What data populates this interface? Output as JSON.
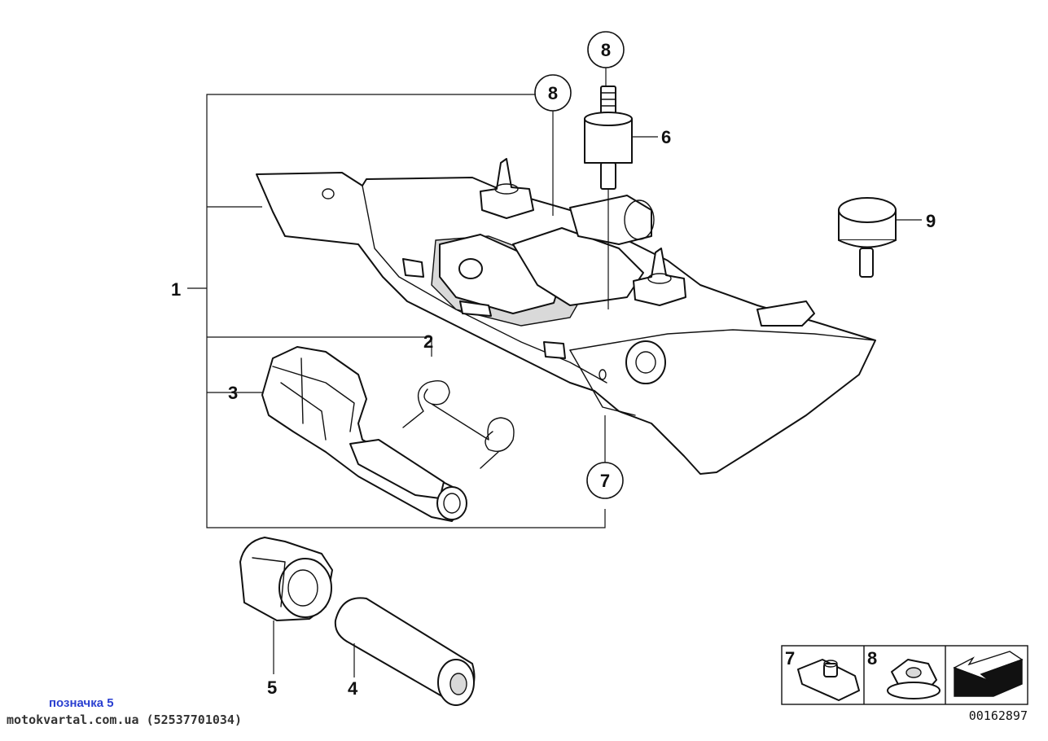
{
  "diagram": {
    "labels": {
      "l1": "1",
      "l2": "2",
      "l3": "3",
      "l4": "4",
      "l5": "5",
      "l6": "6",
      "l7": "7",
      "l8a": "8",
      "l8b": "8",
      "l9": "9"
    },
    "legend": {
      "box7": "7",
      "box8": "8"
    },
    "reference_number": "00162897"
  },
  "watermark": {
    "line1": "позначка 5",
    "line2": "motokvartal.com.ua (52537701034)"
  }
}
